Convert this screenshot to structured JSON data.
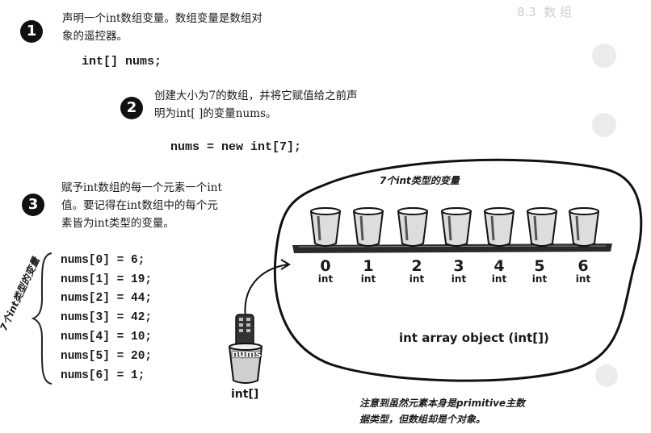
{
  "steps": [
    {
      "badge": "1",
      "text_line1": "声明一个int数组变量。数组变量是数组对",
      "text_line2": "象的遥控器。",
      "code": "int[] nums;"
    },
    {
      "badge": "2",
      "text_line1": "创建大小为7的数组，并将它赋值给之前声",
      "text_line2": "明为int[ ]的变量nums。",
      "code": "nums = new int[7];"
    },
    {
      "badge": "3",
      "text_line1": "赋予int数组的每一个元素一个int",
      "text_line2": "值。要记得在int数组中的每个元",
      "text_line3": "素皆为int类型的变量。"
    }
  ],
  "assignments": [
    "nums[0] = 6;",
    "nums[1] = 19;",
    "nums[2] = 44;",
    "nums[3] = 42;",
    "nums[4] = 10;",
    "nums[5] = 20;",
    "nums[6] = 1;"
  ],
  "side_label": "7个int类型的变量",
  "array": {
    "top_label": "7个int类型的变量",
    "indices": [
      "0",
      "1",
      "2",
      "3",
      "4",
      "5",
      "6"
    ],
    "type_label": "int",
    "object_label": "int array object (int[])"
  },
  "reference": {
    "cup_label": "nums",
    "type_label": "int[]"
  },
  "footnote": {
    "line1": "注意到虽然元素本身是primitive主数",
    "line2": "据类型，但数组却是个对象。"
  }
}
